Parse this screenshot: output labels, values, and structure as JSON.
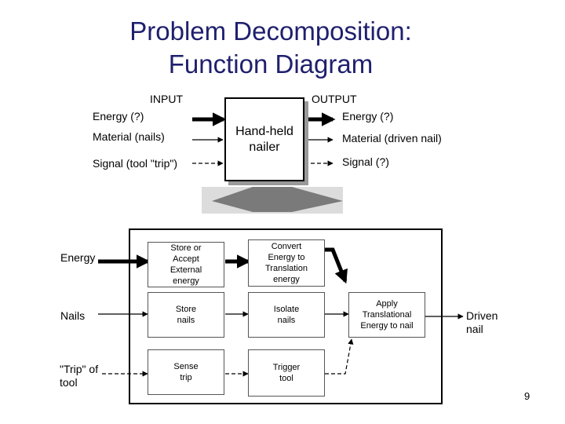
{
  "slide": {
    "title_line1": "Problem Decomposition:",
    "title_line2": "Function Diagram",
    "page_number": "9"
  },
  "top_diagram": {
    "input_heading": "INPUT",
    "output_heading": "OUTPUT",
    "inputs": [
      "Energy (?)",
      "Material (nails)",
      "Signal (tool \"trip\")"
    ],
    "outputs": [
      "Energy (?)",
      "Material (driven nail)",
      "Signal (?)"
    ],
    "main_function": [
      "Hand-held",
      "nailer"
    ]
  },
  "decomposition": {
    "inputs": {
      "energy": "Energy",
      "nails": "Nails",
      "trip": [
        "\"Trip\" of",
        "tool"
      ]
    },
    "functions": {
      "store_energy": [
        "Store or",
        "Accept",
        "External",
        "energy"
      ],
      "convert_energy": [
        "Convert",
        "Energy to",
        "Translation",
        "energy"
      ],
      "apply_energy": [
        "Apply",
        "Translational",
        "Energy to nail"
      ],
      "store_nails": [
        "Store",
        "nails"
      ],
      "isolate_nails": [
        "Isolate",
        "nails"
      ],
      "sense_trip": [
        "Sense",
        "trip"
      ],
      "trigger_tool": [
        "Trigger",
        "tool"
      ]
    },
    "output": [
      "Driven",
      "nail"
    ]
  }
}
